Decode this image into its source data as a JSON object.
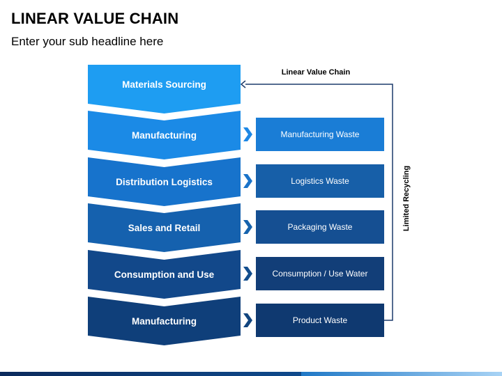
{
  "title": "LINEAR VALUE CHAIN",
  "subtitle": "Enter your sub headline here",
  "chain_label": "Linear Value Chain",
  "recycling_label": "Limited Recycling",
  "colors": {
    "chevrons": [
      "#1e9df2",
      "#1b8ae6",
      "#1773cc",
      "#1561ae",
      "#12488a",
      "#0f3f7a"
    ],
    "arrows": [
      "#2196f3",
      "#1e88e5",
      "#1a73c9",
      "#1663ad",
      "#134e8e",
      "#12457f"
    ],
    "boxes": [
      "#1e8fe8",
      "#1a7dd6",
      "#175fa8",
      "#154f92",
      "#123e78",
      "#0f3970"
    ],
    "connector": "#1b3a6b"
  },
  "stages": [
    {
      "label": "Materials Sourcing"
    },
    {
      "label": "Manufacturing",
      "waste": "Manufacturing Waste"
    },
    {
      "label": "Distribution Logistics",
      "waste": "Logistics Waste"
    },
    {
      "label": "Sales and Retail",
      "waste": "Packaging Waste"
    },
    {
      "label": "Consumption and Use",
      "waste": "Consumption / Use Water"
    },
    {
      "label": "Manufacturing",
      "waste": "Product Waste"
    }
  ]
}
